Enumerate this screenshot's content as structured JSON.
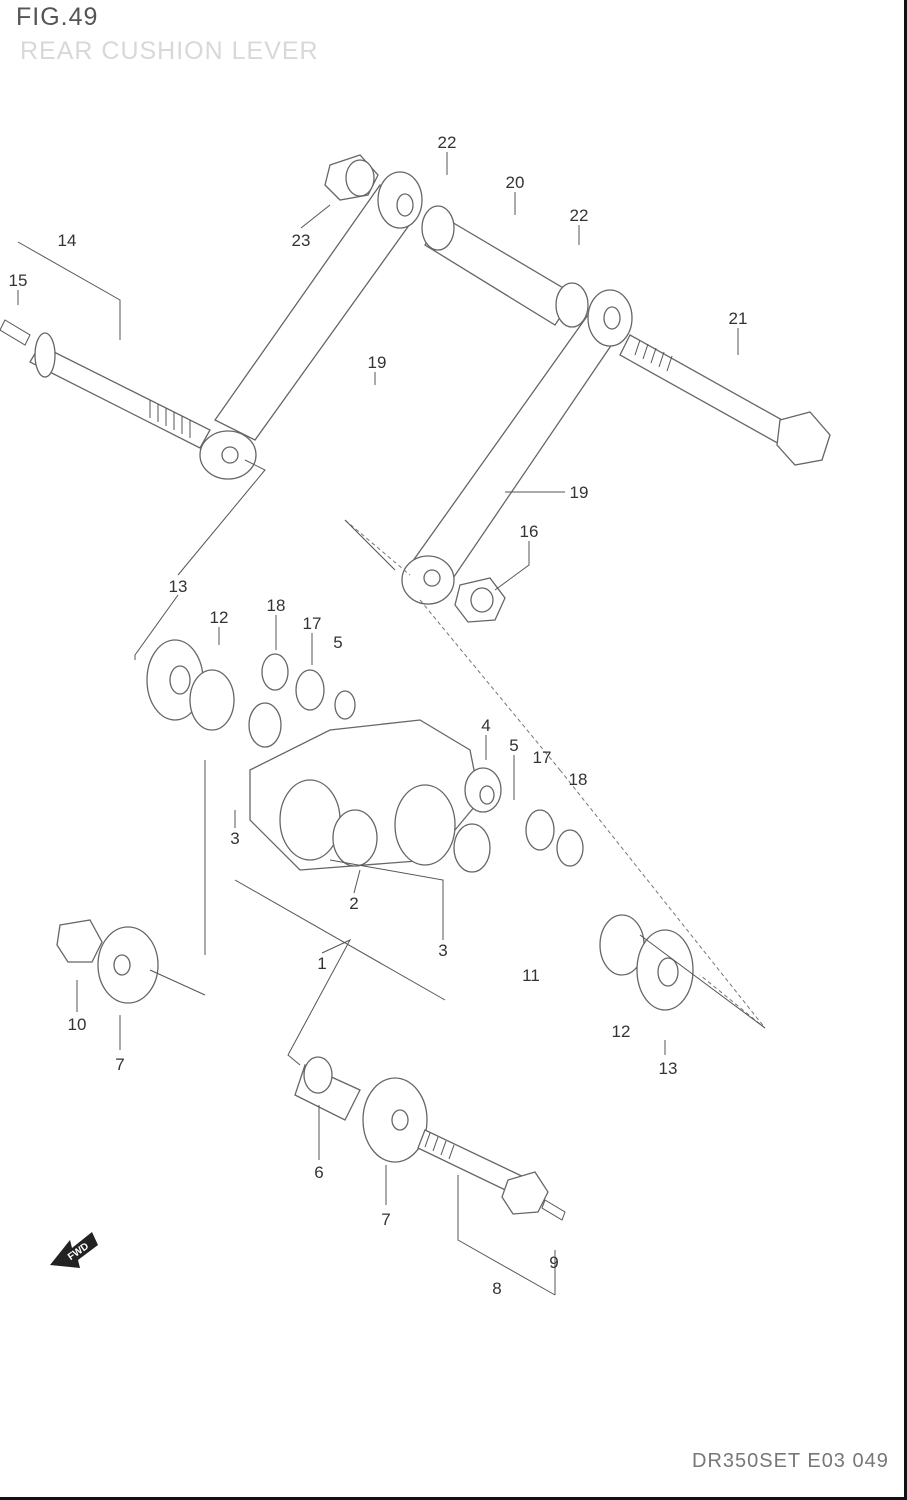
{
  "header": {
    "figure": "FIG.49",
    "subtitle": "REAR CUSHION LEVER"
  },
  "footer": {
    "code": "DR350SET E03  049"
  },
  "callouts": [
    "22",
    "20",
    "22",
    "23",
    "14",
    "15",
    "21",
    "19",
    "19",
    "16",
    "13",
    "12",
    "18",
    "17",
    "5",
    "4",
    "5",
    "17",
    "18",
    "3",
    "2",
    "3",
    "1",
    "11",
    "10",
    "7",
    "12",
    "13",
    "6",
    "7",
    "9",
    "8"
  ],
  "fwd_label": "FWD"
}
